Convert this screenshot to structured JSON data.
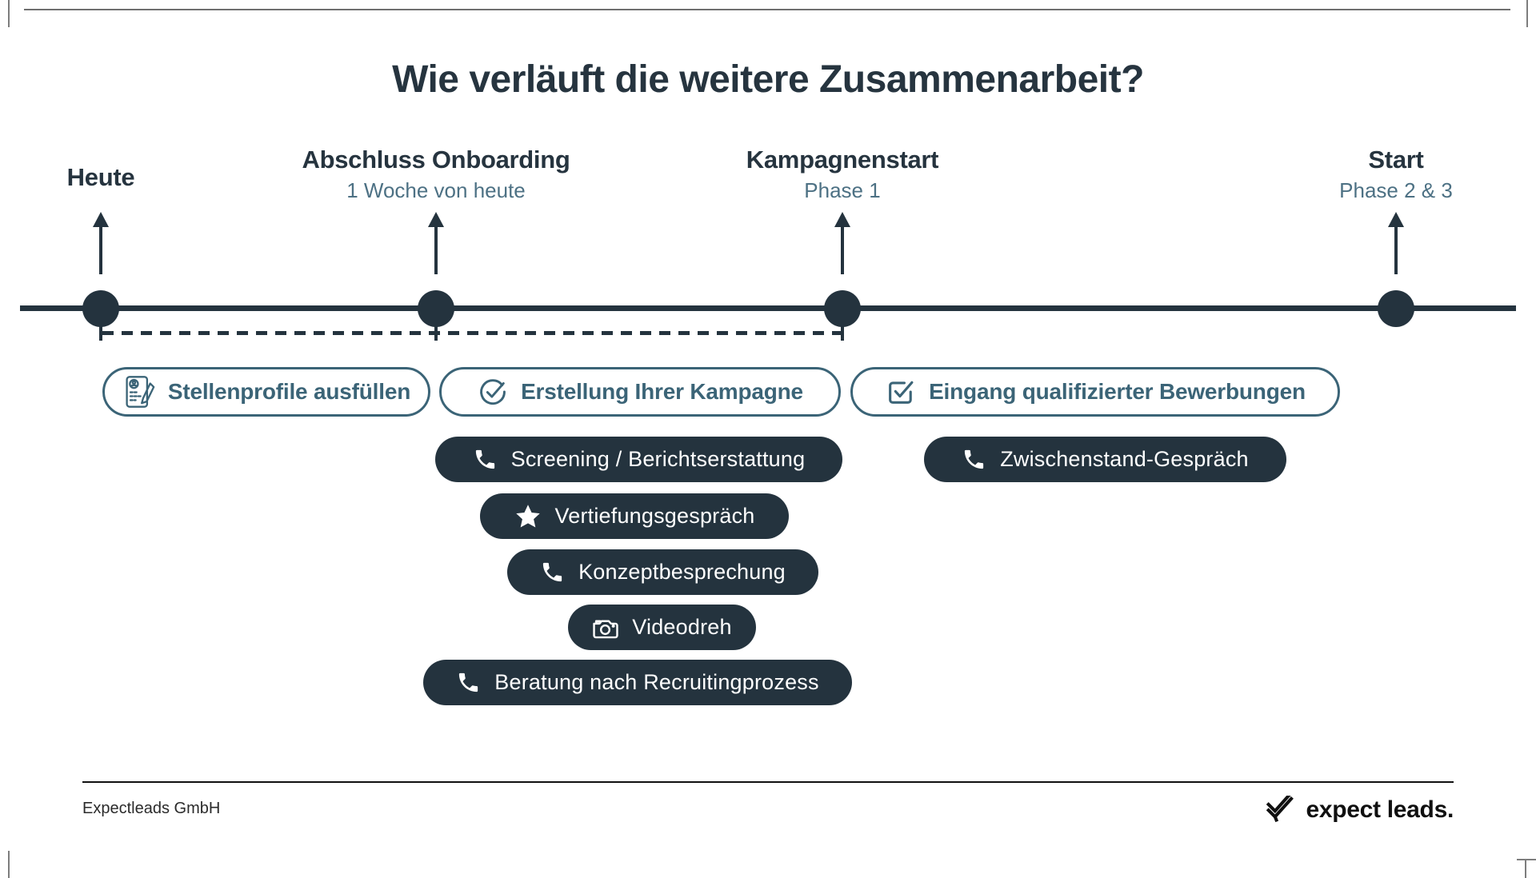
{
  "page": {
    "title": "Wie verläuft die weitere Zusammenarbeit?",
    "colors": {
      "dark_text": "#26343f",
      "timeline": "#24333e",
      "steel_subtitle": "#4d7184",
      "outline_pill": "#3b6477",
      "dark_pill_bg": "#24333e",
      "dark_pill_text": "#ffffff"
    }
  },
  "timeline": {
    "milestones": [
      {
        "title": "Heute",
        "subtitle": ""
      },
      {
        "title": "Abschluss Onboarding",
        "subtitle": "1 Woche von heute"
      },
      {
        "title": "Kampagnenstart",
        "subtitle": "Phase 1"
      },
      {
        "title": "Start",
        "subtitle": "Phase 2 & 3"
      }
    ]
  },
  "phase_tasks": [
    {
      "label": "Stellenprofile ausfüllen",
      "icon": "job-profile-document-icon"
    },
    {
      "label": "Erstellung Ihrer Kampagne",
      "icon": "check-circle-icon"
    },
    {
      "label": "Eingang qualifizierter Bewerbungen",
      "icon": "checkbox-checked-icon"
    }
  ],
  "activities": [
    {
      "label": "Screening / Berichtserstattung",
      "icon": "phone-icon"
    },
    {
      "label": "Zwischenstand-Gespräch",
      "icon": "phone-icon"
    },
    {
      "label": "Vertiefungsgespräch",
      "icon": "star-icon"
    },
    {
      "label": "Konzeptbesprechung",
      "icon": "phone-icon"
    },
    {
      "label": "Videodreh",
      "icon": "camera-icon"
    },
    {
      "label": "Beratung nach Recruitingprozess",
      "icon": "phone-icon"
    }
  ],
  "footer": {
    "company": "Expectleads GmbH",
    "brand": "expect leads."
  }
}
